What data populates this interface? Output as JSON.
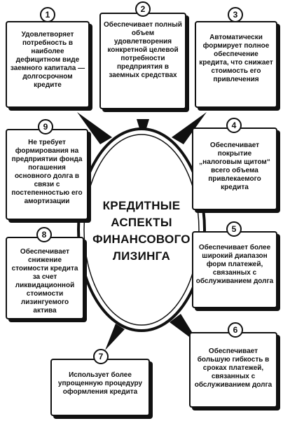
{
  "center": {
    "title_lines": [
      "КРЕДИТНЫЕ",
      "АСПЕКТЫ",
      "ФИНАНСОВОГО",
      "ЛИЗИНГА"
    ]
  },
  "boxes": [
    {
      "num": "1",
      "text": "Удовлетворяет потребность в наиболее дефицитном виде заемного капитала — долгосрочном кредите"
    },
    {
      "num": "2",
      "text": "Обеспечивает полный объем удовлетворения конкретной целевой потребности предприятия в заемных средствах"
    },
    {
      "num": "3",
      "text": "Автоматически формирует полное обеспечение кредита, что снижает стоимость его привлечения"
    },
    {
      "num": "4",
      "text": "Обеспечивает покрытие „налоговым щитом“ всего объема привлекаемого кредита"
    },
    {
      "num": "5",
      "text": "Обеспечивает более широкий диапазон форм платежей, связанных с обслуживанием долга"
    },
    {
      "num": "6",
      "text": "Обеспечивает большую гибкость в сроках платежей, связанных с обслуживанием долга"
    },
    {
      "num": "7",
      "text": "Использует более упрощенную процедуру оформления кредита"
    },
    {
      "num": "8",
      "text": "Обеспечивает снижение стоимости кредита за счет ликвидационной стоимости лизингуемого актива"
    },
    {
      "num": "9",
      "text": "Не требует формирования на предприятии фонда погашения основного долга в связи с постепенностью его амортизации"
    }
  ]
}
